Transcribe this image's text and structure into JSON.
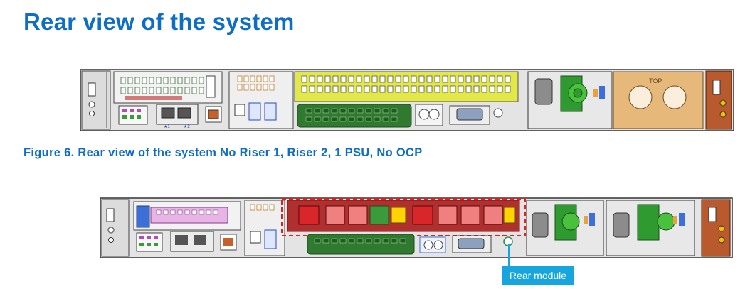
{
  "page": {
    "title": "Rear view of the system",
    "figure_caption": "Figure 6. Rear view of the system No Riser 1, Riser 2, 1 PSU, No OCP",
    "callout_label": "Rear module"
  },
  "figures": [
    {
      "view": "rear-view-1",
      "psu_count": 1
    },
    {
      "view": "rear-view-2",
      "psu_count": 2
    }
  ],
  "colors": {
    "heading_blue": "#0d6ec4",
    "callout_blue": "#16a5dc",
    "psu_green": "#2f9a2f",
    "riser_yellow": "#e3e84a",
    "riser_red": "#d8262b",
    "chassis_gray": "#d9d9d9",
    "handle_brown": "#b85a2e",
    "slot_blue": "#3d6fd8"
  }
}
